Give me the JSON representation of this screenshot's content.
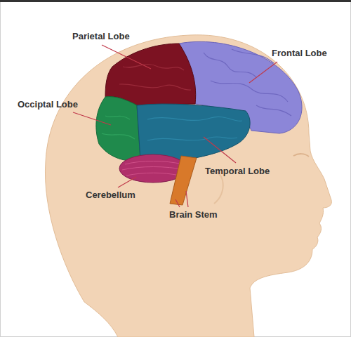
{
  "diagram": {
    "labels": [
      "Parietal Lobe",
      "Frontal Lobe",
      "Occiptal Lobe",
      "Temporal Lobe",
      "Cerebellum",
      "Brain Stem"
    ]
  }
}
